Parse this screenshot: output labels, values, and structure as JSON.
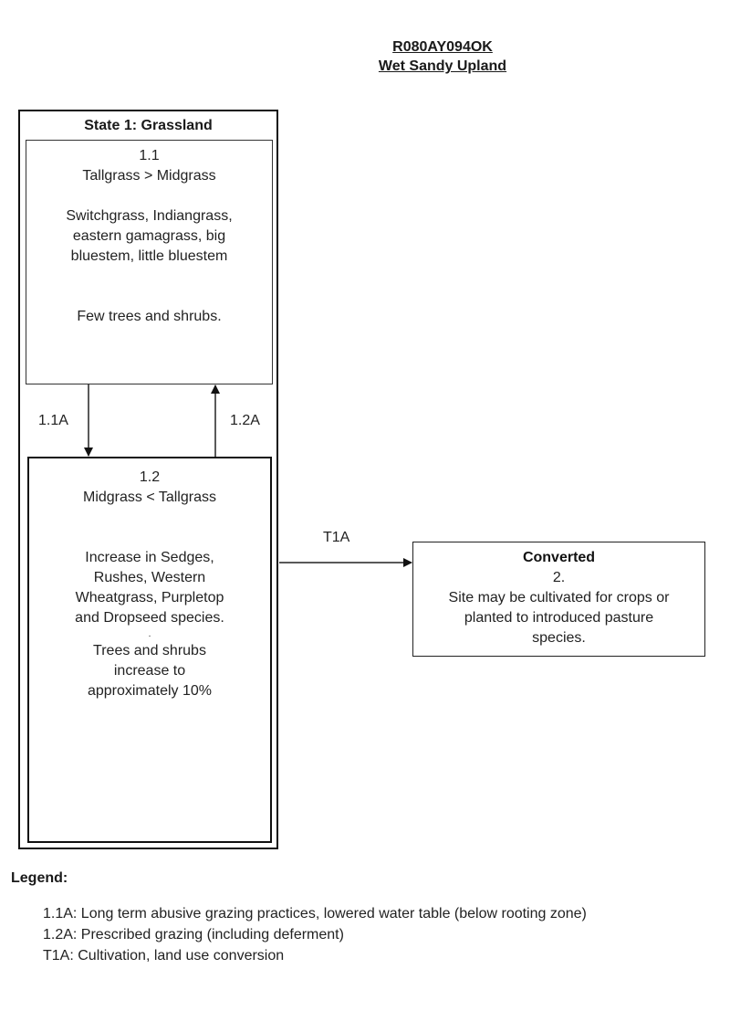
{
  "header": {
    "site_id": "R080AY094OK",
    "site_name": "Wet Sandy Upland"
  },
  "state1": {
    "title": "State 1: Grassland",
    "phase_1_1": {
      "id": "1.1",
      "subtitle": "Tallgrass > Midgrass",
      "species": [
        "Switchgrass, Indiangrass,",
        "eastern gamagrass, big",
        "bluestem, little bluestem"
      ],
      "note": "Few trees and shrubs."
    },
    "phase_1_2": {
      "id": "1.2",
      "subtitle": "Midgrass < Tallgrass",
      "species": [
        "Increase in Sedges,",
        "Rushes, Western",
        "Wheatgrass, Purpletop",
        "and Dropseed species."
      ],
      "dot": ".",
      "note": [
        "Trees and shrubs",
        "increase to",
        "approximately 10%"
      ]
    }
  },
  "transitions": {
    "t_1_1A": "1.1A",
    "t_1_2A": "1.2A",
    "t_T1A": "T1A"
  },
  "state2": {
    "title": "Converted",
    "id": "2.",
    "description": [
      "Site may be cultivated for crops or",
      "planted to introduced pasture",
      "species."
    ]
  },
  "legend": {
    "heading": "Legend:",
    "items": [
      "1.1A:  Long term abusive grazing practices, lowered water table (below rooting zone)",
      "1.2A:  Prescribed grazing (including deferment)",
      "T1A:   Cultivation, land use conversion"
    ]
  }
}
